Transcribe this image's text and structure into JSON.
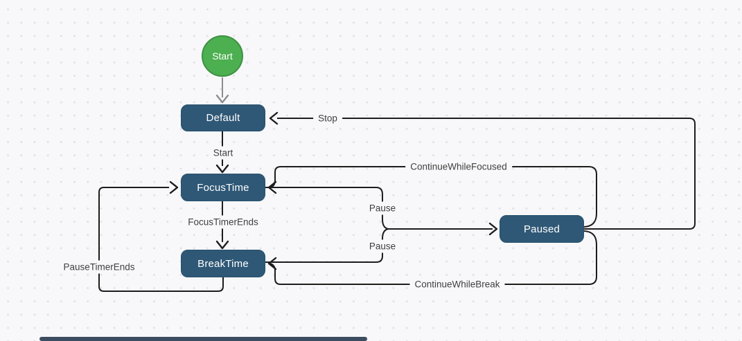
{
  "diagram": {
    "type": "state-machine",
    "initial": {
      "label": "Start"
    },
    "states": [
      {
        "id": "default",
        "label": "Default"
      },
      {
        "id": "focustime",
        "label": "FocusTime"
      },
      {
        "id": "breaktime",
        "label": "BreakTime"
      },
      {
        "id": "paused",
        "label": "Paused"
      }
    ],
    "transitions": [
      {
        "from": "start",
        "to": "Default",
        "label": ""
      },
      {
        "from": "Default",
        "to": "FocusTime",
        "label": "Start"
      },
      {
        "from": "FocusTime",
        "to": "BreakTime",
        "label": "FocusTimerEnds"
      },
      {
        "from": "BreakTime",
        "to": "FocusTime",
        "label": "PauseTimerEnds"
      },
      {
        "from": "FocusTime",
        "to": "Paused",
        "label": "Pause"
      },
      {
        "from": "BreakTime",
        "to": "Paused",
        "label": "Pause"
      },
      {
        "from": "Paused",
        "to": "FocusTime",
        "label": "ContinueWhileFocused"
      },
      {
        "from": "Paused",
        "to": "BreakTime",
        "label": "ContinueWhileBreak"
      },
      {
        "from": "Paused",
        "to": "Default",
        "label": "Stop"
      }
    ]
  },
  "colors": {
    "background": "#f8f8fa",
    "grid_dot": "#e0e0e8",
    "state_fill": "#2f5876",
    "state_border": "#27506d",
    "state_text": "#ffffff",
    "start_fill": "#4caf50",
    "start_border": "#3f9143",
    "edge_line": "#1c1c1c",
    "initial_edge_line": "#8c8c8c",
    "edge_label_text": "#3f3f3f",
    "scrollbar_thumb": "#3c4d60"
  },
  "scrollbar": {
    "orientation": "horizontal"
  }
}
